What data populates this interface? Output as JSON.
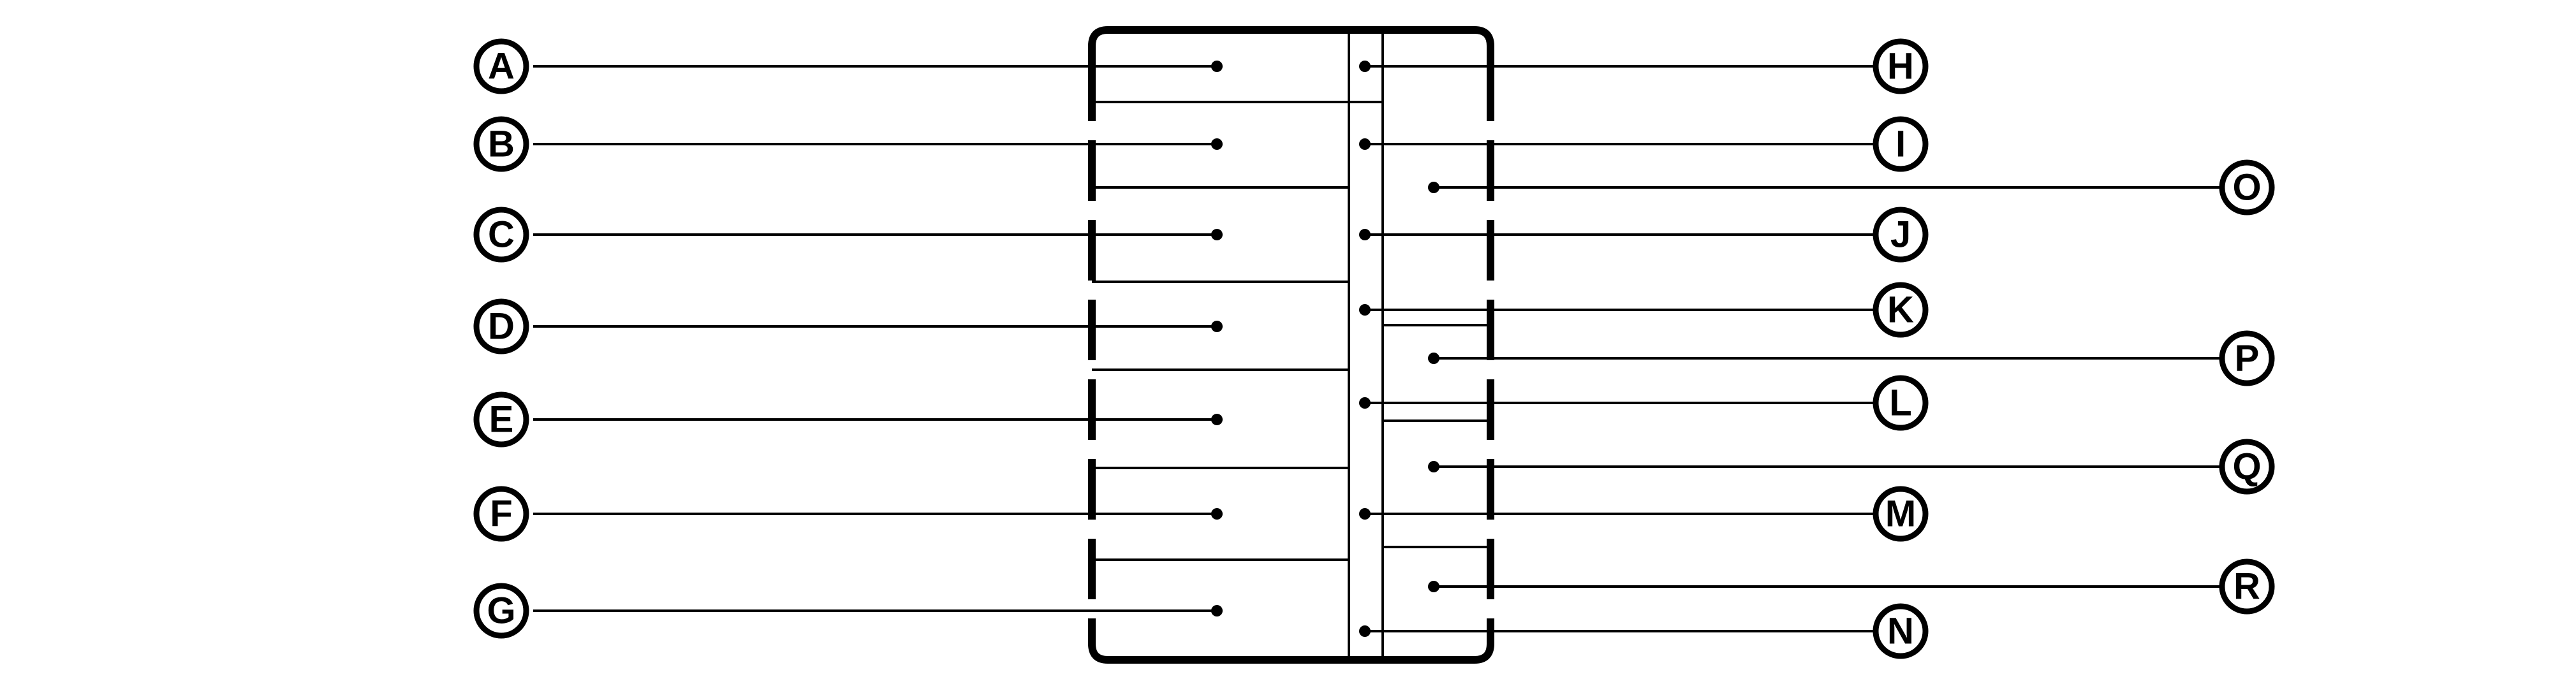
{
  "colors": {
    "ink": "#000000",
    "paper": "#ffffff"
  },
  "callouts": {
    "left": [
      "A",
      "B",
      "C",
      "D",
      "E",
      "F",
      "G"
    ],
    "middle": [
      "H",
      "I",
      "J",
      "K",
      "L",
      "M",
      "N"
    ],
    "right": [
      "O",
      "P",
      "Q",
      "R"
    ]
  }
}
